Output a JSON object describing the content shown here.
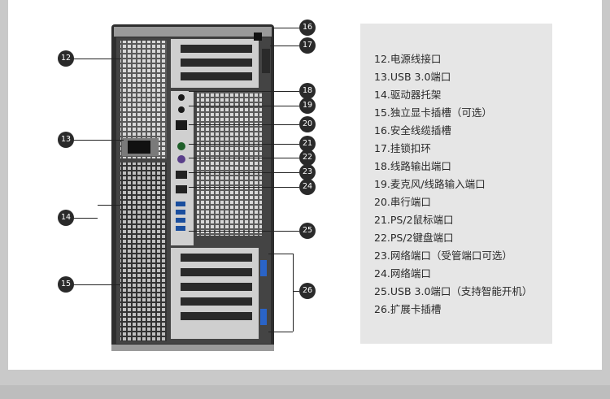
{
  "legend": {
    "items": [
      "12.电源线接口",
      "13.USB 3.0端口",
      "14.驱动器托架",
      "15.独立显卡插槽（可选）",
      "16.安全线缆插槽",
      "17.挂锁扣环",
      "18.线路输出端口",
      "19.麦克风/线路输入端口",
      "20.串行端口",
      "21.PS/2鼠标端口",
      "22.PS/2键盘端口",
      "23.网络端口（受管端口可选）",
      "24.网络端口",
      "25.USB 3.0端口（支持智能开机）",
      "26.扩展卡插槽"
    ]
  },
  "callouts": [
    "12",
    "13",
    "14",
    "15",
    "16",
    "17",
    "18",
    "19",
    "20",
    "21",
    "22",
    "23",
    "24",
    "25",
    "26"
  ],
  "colors": {
    "badge": "#2a2a2a",
    "legend_bg": "#e6e6e6",
    "chassis": "#3a3a3a"
  }
}
